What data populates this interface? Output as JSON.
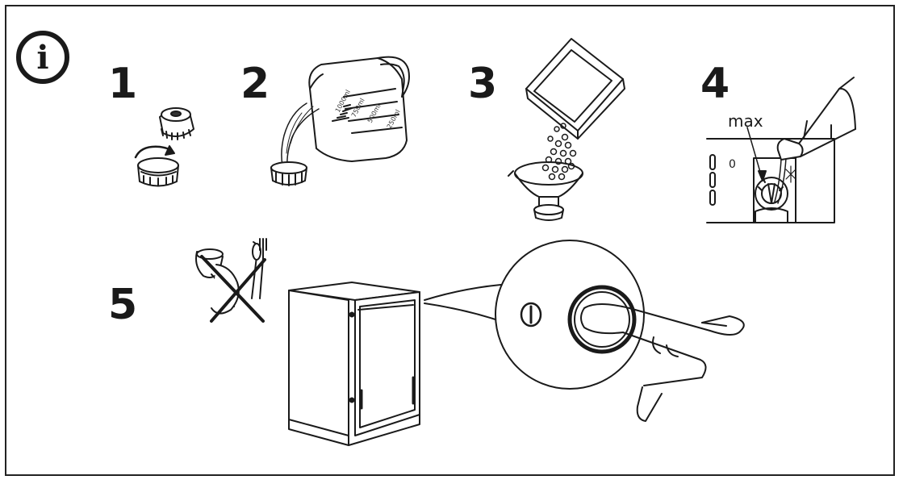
{
  "info_icon": {
    "glyph": "i",
    "icon": "info-icon"
  },
  "steps": [
    {
      "number": "1",
      "icon": "salt-cap-unscrew-icon"
    },
    {
      "number": "2",
      "icon": "water-jug-pour-icon"
    },
    {
      "number": "3",
      "icon": "salt-box-funnel-icon"
    },
    {
      "number": "4",
      "icon": "rinse-aid-dispenser-icon"
    },
    {
      "number": "5",
      "icon": "dishwasher-power-on-icon"
    }
  ],
  "jug_markings": [
    "1000ml",
    "750ml",
    "500ml",
    "250ml"
  ],
  "dispenser_label": "max",
  "panel_symbol": "0",
  "power_symbol": "Ⓘ"
}
